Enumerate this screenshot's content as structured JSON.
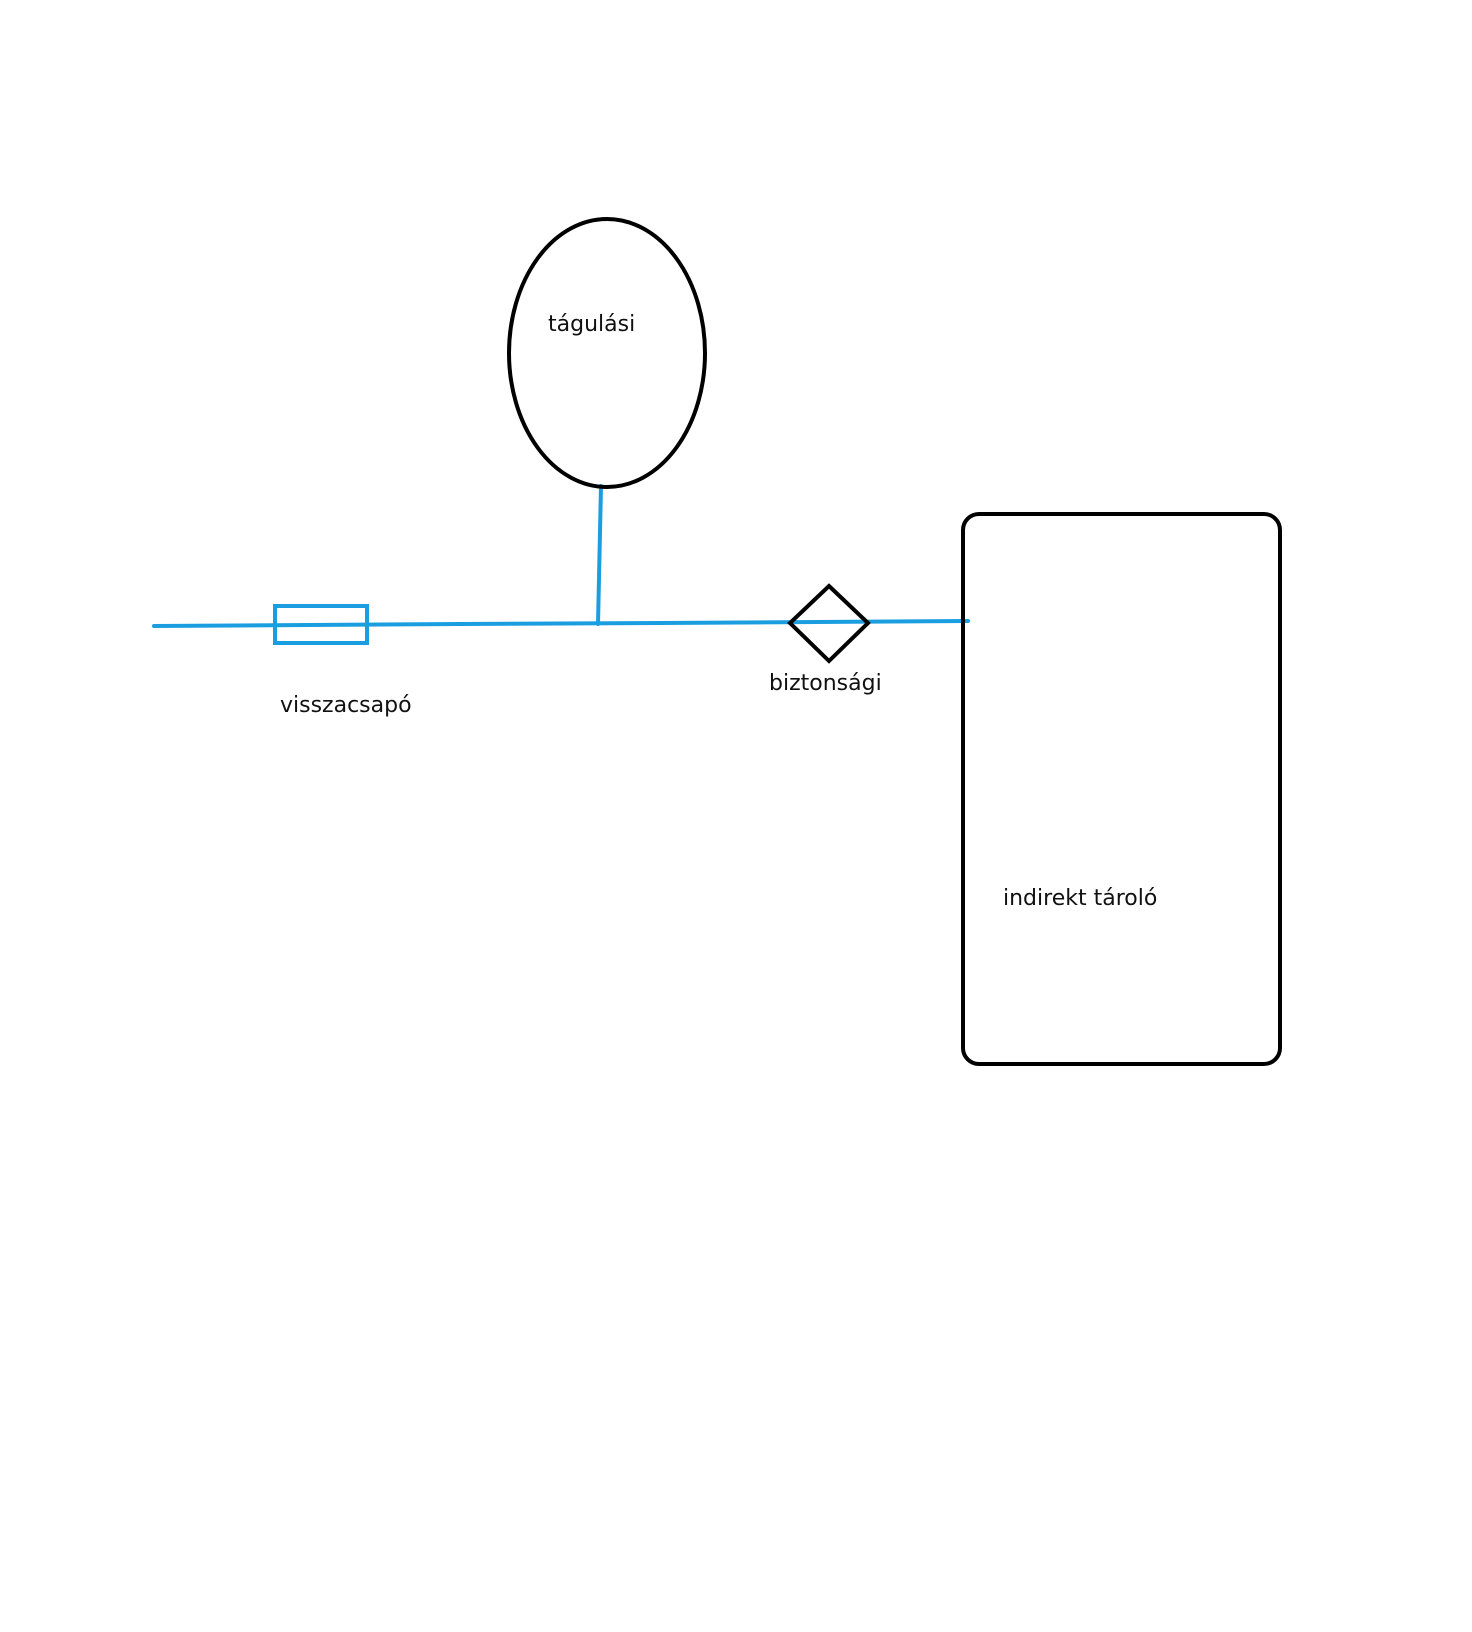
{
  "colors": {
    "pipe": "#1b9ee0",
    "outline": "#000000",
    "background": "#ffffff"
  },
  "labels": {
    "expansion_vessel": "tágulási",
    "check_valve": "visszacsapó",
    "safety_valve": "biztonsági",
    "storage_tank": "indirekt tároló"
  }
}
